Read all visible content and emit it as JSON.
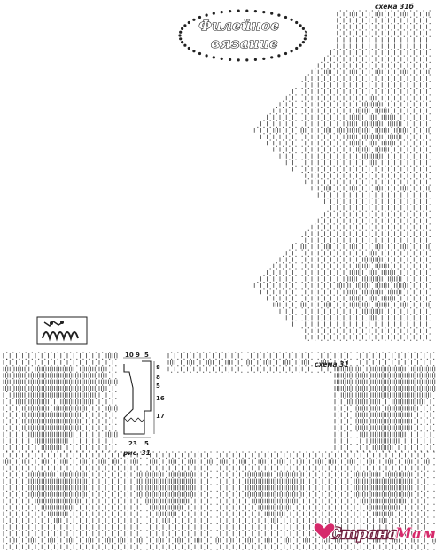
{
  "title": {
    "line1": "Филейное",
    "line2": "вязание"
  },
  "labels": {
    "schema_top": "схема 31б",
    "schema_main": "схема 31",
    "figure": "рис. 31"
  },
  "pattern": {
    "dims_top": [
      "10",
      "9",
      "5"
    ],
    "dims_right": [
      "8",
      "8",
      "5",
      "16",
      "17"
    ],
    "dims_bottom": [
      "23",
      "5"
    ]
  },
  "watermark": {
    "part1": "Страна",
    "part2": "Мам"
  },
  "colors": {
    "ink": "#222222",
    "paper": "#ffffff",
    "watermark_main": "#d62a6b",
    "watermark_dark": "#6d1d3c"
  }
}
